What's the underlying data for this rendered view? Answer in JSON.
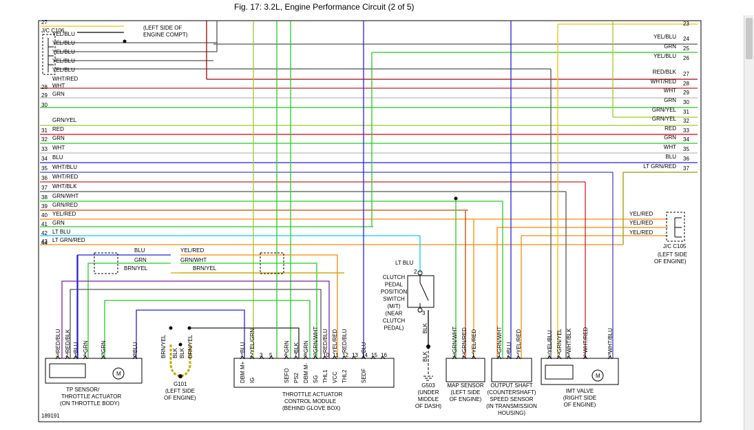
{
  "window": {
    "title": "Fig. 17: 3.2L, Engine Performance Circuit (2 of 5)"
  },
  "figure_id": "189191",
  "connectors": {
    "jc_left": "J/C C106",
    "jc_left_note": [
      "(LEFT SIDE OF",
      "ENGINE COMPT)"
    ],
    "jc_right": "J/C C105",
    "jc_right_note": [
      "(LEFT SIDE",
      "OF ENGINE)"
    ]
  },
  "left_rows": [
    {
      "num": "27",
      "label": "",
      "color": "#f2c200"
    },
    {
      "num": "",
      "label": "YEL/BLU",
      "color": "#f2c200"
    },
    {
      "num": "",
      "label": "YEL/BLU",
      "color": "#f2c200"
    },
    {
      "num": "",
      "label": "YEL/BLU",
      "color": "#f2c200"
    },
    {
      "num": "",
      "label": "YEL/BLU",
      "color": "#f2c200"
    },
    {
      "num": "",
      "label": "YEL/BLU",
      "color": "#f2c200"
    },
    {
      "num": "",
      "label": "WHT/RED",
      "color": "#cc2222"
    },
    {
      "num": "28",
      "label": "WHT",
      "color": "#bbbbbb"
    },
    {
      "num": "29",
      "label": "GRN",
      "color": "#22cc22"
    },
    {
      "num": "30",
      "label": "",
      "color": "#22cc22"
    },
    {
      "num": "",
      "label": "GRN/YEL",
      "color": "#99cc22"
    },
    {
      "num": "31",
      "label": "RED",
      "color": "#dd0000"
    },
    {
      "num": "32",
      "label": "GRN",
      "color": "#22cc22"
    },
    {
      "num": "33",
      "label": "WHT",
      "color": "#bbbbbb"
    },
    {
      "num": "34",
      "label": "BLU",
      "color": "#2222dd"
    },
    {
      "num": "35",
      "label": "WHT/BLU",
      "color": "#4444cc"
    },
    {
      "num": "36",
      "label": "WHT/RED",
      "color": "#cc2222"
    },
    {
      "num": "37",
      "label": "WHT/BLK",
      "color": "#555555"
    },
    {
      "num": "38",
      "label": "GRN/WHT",
      "color": "#22cc22"
    },
    {
      "num": "39",
      "label": "GRN/RED",
      "color": "#cc4400"
    },
    {
      "num": "40",
      "label": "YEL/RED",
      "color": "#ff8800"
    },
    {
      "num": "41",
      "label": "GRN",
      "color": "#22cc22"
    },
    {
      "num": "42",
      "label": "LT BLU",
      "color": "#00ccff"
    },
    {
      "num": "43",
      "label": "LT GRN/RED",
      "color": "#ff8800"
    },
    {
      "num": "44",
      "label": "",
      "color": "#ff8800"
    }
  ],
  "right_rows": [
    {
      "num": "23",
      "label": ""
    },
    {
      "num": "24",
      "label": "YEL/BLU"
    },
    {
      "num": "25",
      "label": "GRN"
    },
    {
      "num": "26",
      "label": "YEL/BLU"
    },
    {
      "num": "27",
      "label": "RED/BLK"
    },
    {
      "num": "28",
      "label": "WHT/RED"
    },
    {
      "num": "29",
      "label": "WHT"
    },
    {
      "num": "30",
      "label": "GRN"
    },
    {
      "num": "31",
      "label": "GRN/YEL"
    },
    {
      "num": "32",
      "label": "GRN/YEL"
    },
    {
      "num": "33",
      "label": "RED"
    },
    {
      "num": "34",
      "label": "GRN"
    },
    {
      "num": "35",
      "label": "WHT"
    },
    {
      "num": "36",
      "label": "BLU"
    },
    {
      "num": "37",
      "label": "LT GRN/RED"
    }
  ],
  "jc105_pins": [
    "YEL/RED",
    "YEL/RED",
    "YEL/RED"
  ],
  "splice_wires": {
    "top": [
      "BLU",
      "YEL/RED"
    ],
    "mid": [
      "GRN",
      "GRN/WHT"
    ],
    "bot": [
      "BRN/YEL",
      "BRN/YEL"
    ]
  },
  "components": {
    "tp_sensor": {
      "title": [
        "TP SENSOR/",
        "THROTTLE ACTUATOR",
        "(ON THROTTLE BODY)"
      ],
      "pins": [
        "3",
        "2",
        "1",
        "4",
        "5",
        "6"
      ],
      "wires": [
        "RED/BLU",
        "RED/BLK",
        "BLU",
        "GRN",
        "GRN",
        "BLU"
      ],
      "motor": "M"
    },
    "g101": {
      "title": [
        "G101",
        "(LEFT SIDE",
        "OF ENGINE)"
      ],
      "wires": [
        "BRN/YEL",
        "BLK",
        "BLK",
        "BRN/YEL"
      ]
    },
    "tacm": {
      "title": [
        "THROTTLE ACTUATOR",
        "CONTROL MODULE",
        "(BEHIND GLOVE BOX)"
      ],
      "pins": [
        "1",
        "2",
        "3",
        "5",
        "6",
        "7",
        "8",
        "9",
        "10",
        "11",
        "12",
        "13",
        "14",
        "15",
        "16"
      ],
      "wires": [
        "BLU",
        "YEL/GRN",
        "",
        "",
        "GRN",
        "BLK",
        "GRN",
        "GRN/WHT",
        "RED/BLU",
        "YEL/RED",
        "RED/BLU",
        "",
        "BLU",
        "",
        ""
      ],
      "terms": [
        "DBM M+",
        "IG",
        "",
        "",
        "SEFO",
        "PS2",
        "DBM M-",
        "SG",
        "THL1",
        "VCC",
        "THL2",
        "",
        "SEDF",
        "",
        ""
      ]
    },
    "clutch": {
      "title": [
        "CLUTCH",
        "PEDAL",
        "POSITION",
        "SWITCH",
        "(M/T)",
        "(NEAR",
        "CLUTCH",
        "PEDAL)"
      ],
      "wire_top": "LT BLU",
      "wire_bot": "BLK",
      "pins": [
        "2",
        "3"
      ]
    },
    "g503": {
      "title": [
        "G503",
        "(UNDER",
        "MIDDLE",
        "OF DASH)"
      ],
      "wire": "BLK"
    },
    "map_sensor": {
      "title": [
        "MAP SENSOR",
        "(LEFT SIDE",
        "OF ENGINE)"
      ],
      "pins": [
        "3",
        "2",
        "1"
      ],
      "wires": [
        "GRN/WHT",
        "GRN/RED",
        "YEL/RED"
      ]
    },
    "output_shaft": {
      "title": [
        "OUTPUT SHAFT",
        "(COUNTERSHAFT)",
        "SPEED SENSOR",
        "(IN TRANSMISSION",
        "HOUSING)"
      ],
      "pins": [
        "3",
        "2",
        "1"
      ],
      "wires": [
        "GRN/WHT",
        "BLU",
        "YEL/RED"
      ]
    },
    "imt_valve": {
      "title": [
        "IMT VALVE",
        "(RIGHT SIDE",
        "OF ENGINE)"
      ],
      "pins": [
        "1",
        "2",
        "3",
        "4",
        "5"
      ],
      "wires": [
        "YEL/BLU",
        "GRN/YEL",
        "WHT/BLK",
        "WHT/RED",
        "WHT/BLU"
      ],
      "motor": "M"
    }
  }
}
